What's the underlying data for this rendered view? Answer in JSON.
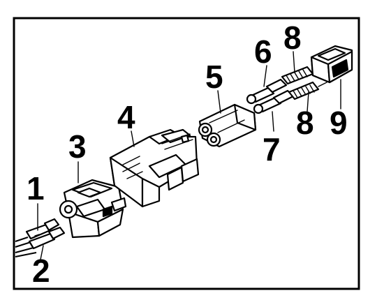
{
  "diagram": {
    "callouts": [
      "1",
      "2",
      "3",
      "4",
      "5",
      "6",
      "7",
      "8",
      "8",
      "9"
    ]
  }
}
